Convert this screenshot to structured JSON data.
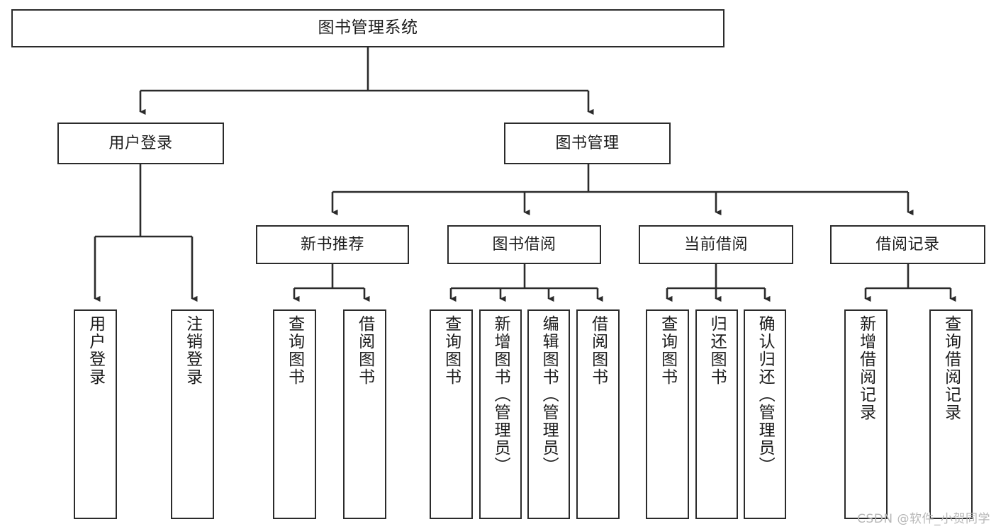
{
  "diagram": {
    "title": "图书管理系统",
    "type": "tree-hierarchy-diagram",
    "watermark": "CSDN @软件_小贺同学",
    "colors": {
      "box_border": "#2b2b2b",
      "box_fill": "#ffffff",
      "edge": "#2b2b2b",
      "text": "#1c1c1c",
      "watermark": "#b7b7b7",
      "background": "#ffffff"
    },
    "nodes": {
      "root": {
        "label": "图书管理系统"
      },
      "level2": [
        {
          "label": "用户登录"
        },
        {
          "label": "图书管理"
        }
      ],
      "level3": [
        {
          "label": "新书推荐"
        },
        {
          "label": "图书借阅"
        },
        {
          "label": "当前借阅"
        },
        {
          "label": "借阅记录"
        }
      ],
      "leaves": {
        "user_login": [
          {
            "label": "用户登录"
          },
          {
            "label": "注销登录"
          }
        ],
        "new_book_recommend": [
          {
            "label": "查询图书"
          },
          {
            "label": "借阅图书"
          }
        ],
        "book_borrow": [
          {
            "label": "查询图书"
          },
          {
            "label": "新增图书（管理员）"
          },
          {
            "label": "编辑图书（管理员）"
          },
          {
            "label": "借阅图书"
          }
        ],
        "current_borrow": [
          {
            "label": "查询图书"
          },
          {
            "label": "归还图书"
          },
          {
            "label": "确认归还（管理员）"
          }
        ],
        "borrow_record": [
          {
            "label": "新增借阅记录"
          },
          {
            "label": "查询借阅记录"
          }
        ]
      }
    }
  }
}
